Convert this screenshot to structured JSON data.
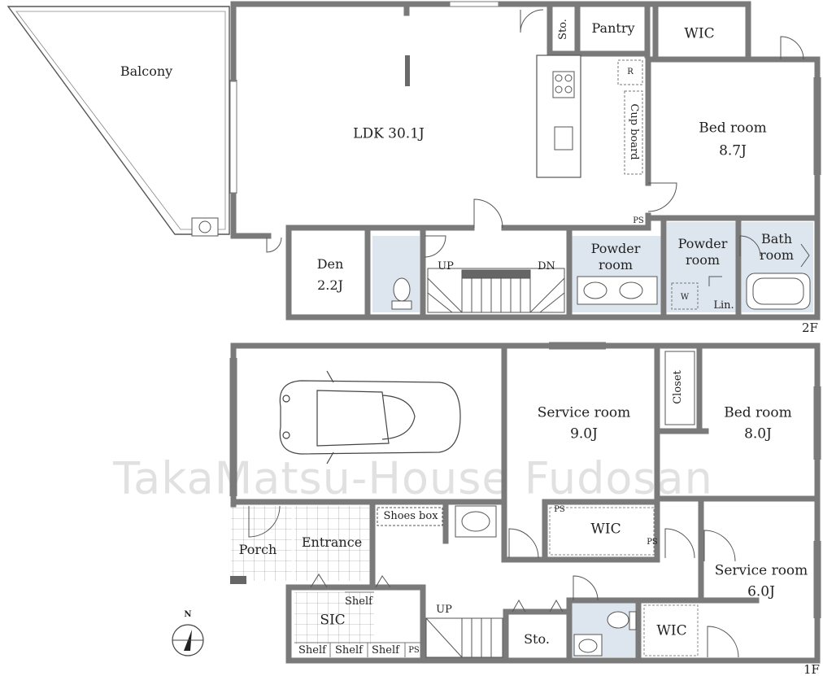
{
  "watermark": "TakaMatsu-House Fudosan",
  "compass": {
    "label": "N"
  },
  "floors": {
    "second": "2F",
    "first": "1F"
  },
  "floor2": {
    "balcony": "Balcony",
    "ldk": "LDK 30.1J",
    "storage": "Sto.",
    "pantry": "Pantry",
    "wic": "WIC",
    "refrigerator": "R",
    "cupboard": "Cup board",
    "bedroom_name": "Bed room",
    "bedroom_size": "8.7J",
    "den_name": "Den",
    "den_size": "2.2J",
    "stair_up": "UP",
    "stair_down": "DN",
    "powder_room_a": "Powder room",
    "powder_room_b": "Powder room",
    "washer": "W",
    "linen": "Lin.",
    "bath_room": "Bath room",
    "pipe_space": "PS"
  },
  "floor1": {
    "service_room_a_name": "Service room",
    "service_room_a_size": "9.0J",
    "closet": "Closet",
    "bedroom_name": "Bed room",
    "bedroom_size": "8.0J",
    "shoes_box": "Shoes box",
    "wic_a": "WIC",
    "ps_a": "PS",
    "ps_b": "PS",
    "porch": "Porch",
    "entrance": "Entrance",
    "service_room_b_name": "Service room",
    "service_room_b_size": "6.0J",
    "shelf_top": "Shelf",
    "sic": "SIC",
    "shelf_1": "Shelf",
    "shelf_2": "Shelf",
    "shelf_3": "Shelf",
    "ps_c": "PS",
    "stair_up": "UP",
    "storage": "Sto.",
    "wic_b": "WIC"
  }
}
